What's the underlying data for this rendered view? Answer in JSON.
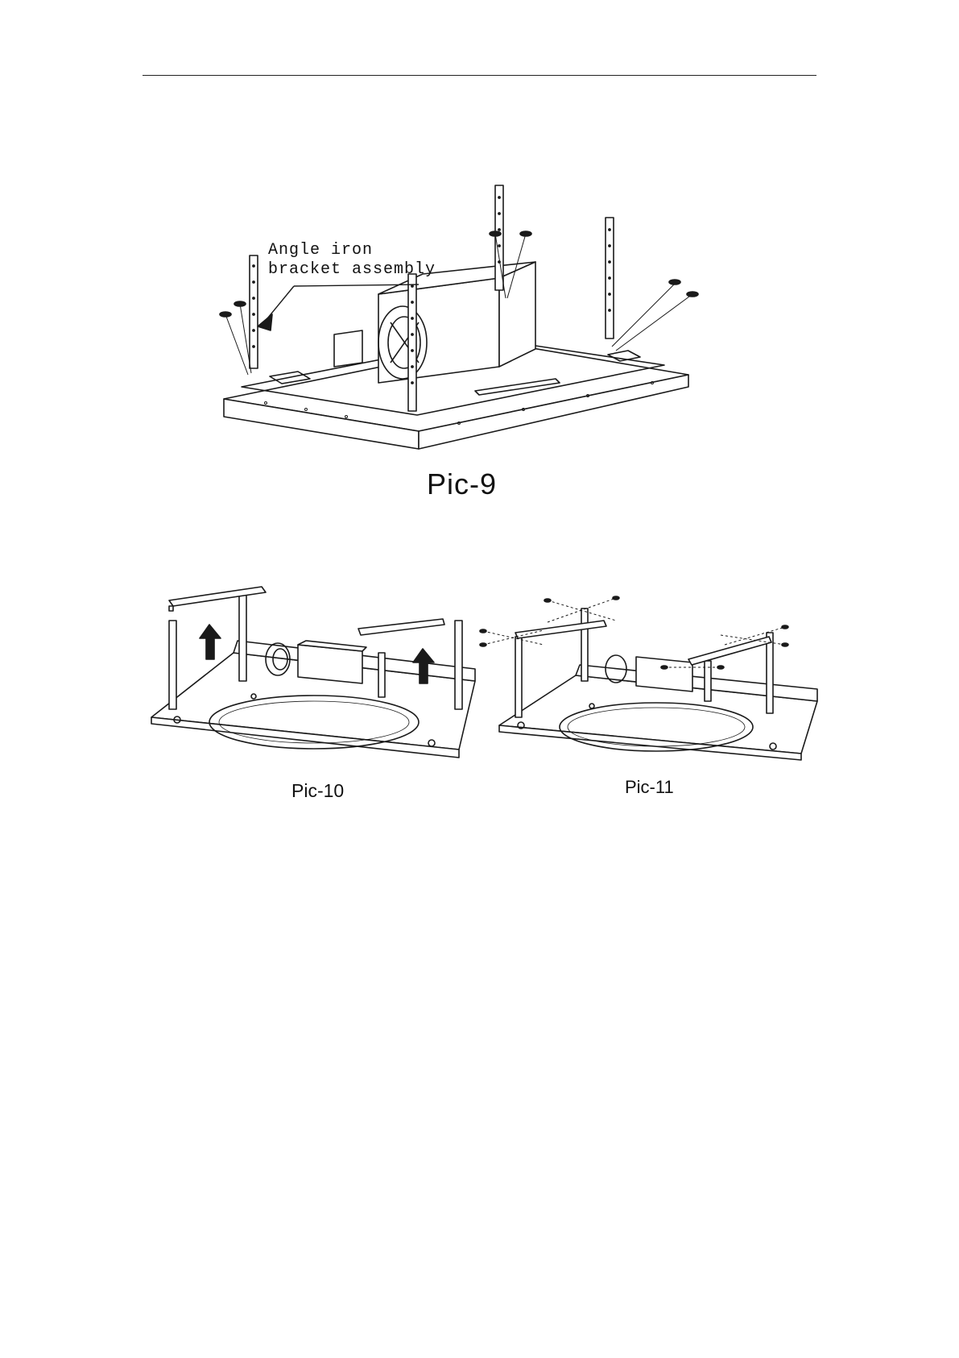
{
  "figures": {
    "pic9": {
      "caption": "Pic-9",
      "callout_line1": "Angle iron",
      "callout_line2": "bracket assembly"
    },
    "pic10": {
      "caption": "Pic-10"
    },
    "pic11": {
      "caption": "Pic-11"
    }
  },
  "colors": {
    "line": "#1a1a1a",
    "paper": "#ffffff"
  }
}
